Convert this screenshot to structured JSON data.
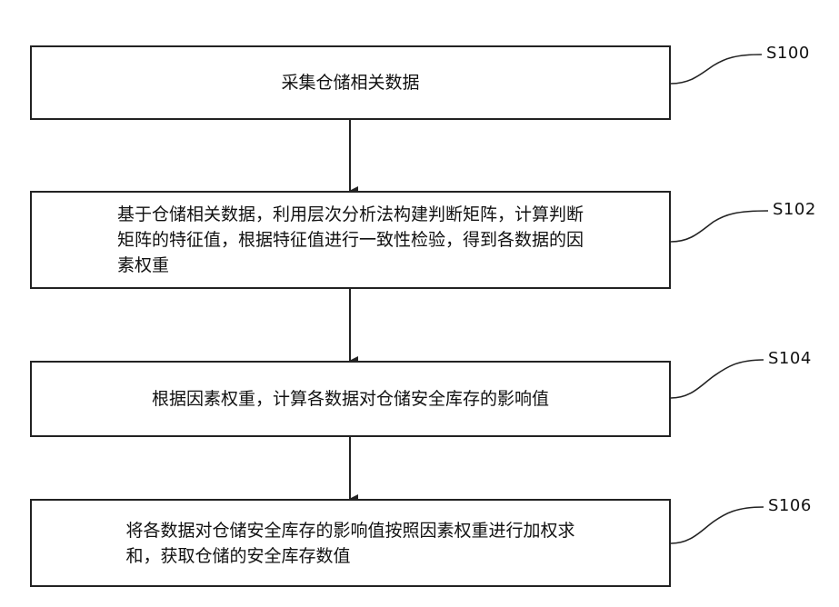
{
  "steps": [
    {
      "id": "S100",
      "label": "S100",
      "text": "采集仓储相关数据"
    },
    {
      "id": "S102",
      "label": "S102",
      "text": "基于仓储相关数据，利用层次分析法构建判断矩阵，计算判断\n矩阵的特征值，根据特征值进行一致性检验，得到各数据的因\n素权重"
    },
    {
      "id": "S104",
      "label": "S104",
      "text": "根据因素权重，计算各数据对仓储安全库存的影响值"
    },
    {
      "id": "S106",
      "label": "S106",
      "text": "将各数据对仓储安全库存的影响值按照因素权重进行加权求\n和，获取仓储的安全库存数值"
    }
  ]
}
